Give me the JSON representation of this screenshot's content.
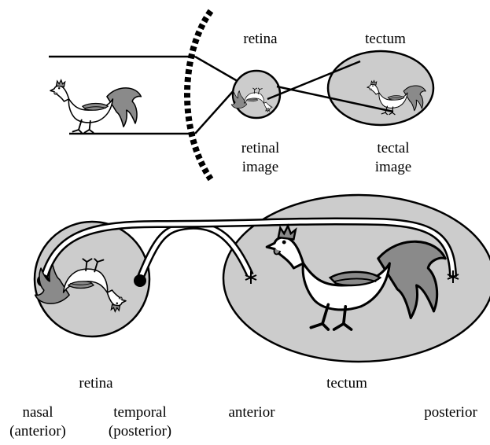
{
  "top": {
    "retina_label": "retina",
    "tectum_label": "tectum",
    "retinal_image_line1": "retinal",
    "retinal_image_line2": "image",
    "tectal_image_line1": "tectal",
    "tectal_image_line2": "image"
  },
  "bottom": {
    "retina_label": "retina",
    "tectum_label": "tectum",
    "nasal_line1": "nasal",
    "nasal_line2": "(anterior)",
    "temporal_line1": "temporal",
    "temporal_line2": "(posterior)",
    "anterior_label": "anterior",
    "posterior_label": "posterior"
  },
  "colors": {
    "fill_gray": "#cccccc",
    "stroke": "#000000",
    "rooster_tail": "#8a8a8a",
    "rooster_body": "#ffffff"
  }
}
